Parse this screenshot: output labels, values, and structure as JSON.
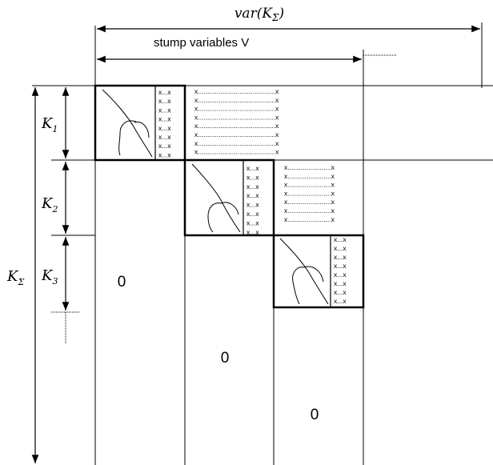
{
  "header": {
    "var_func": "var",
    "var_open": "(",
    "var_sym": "K",
    "var_sub": "Σ",
    "var_close": ")",
    "stump_label": "stump variables V"
  },
  "left_labels": [
    {
      "sym": "K",
      "sub": "1"
    },
    {
      "sym": "K",
      "sub": "2"
    },
    {
      "sym": "K",
      "sub": "3"
    }
  ],
  "total": {
    "sym": "K",
    "sub": "Σ"
  },
  "x_cell": "x...x",
  "x_row": "x.........................................x",
  "x_row_short": "x.......................x",
  "zeros": [
    "0",
    "0",
    "0"
  ]
}
